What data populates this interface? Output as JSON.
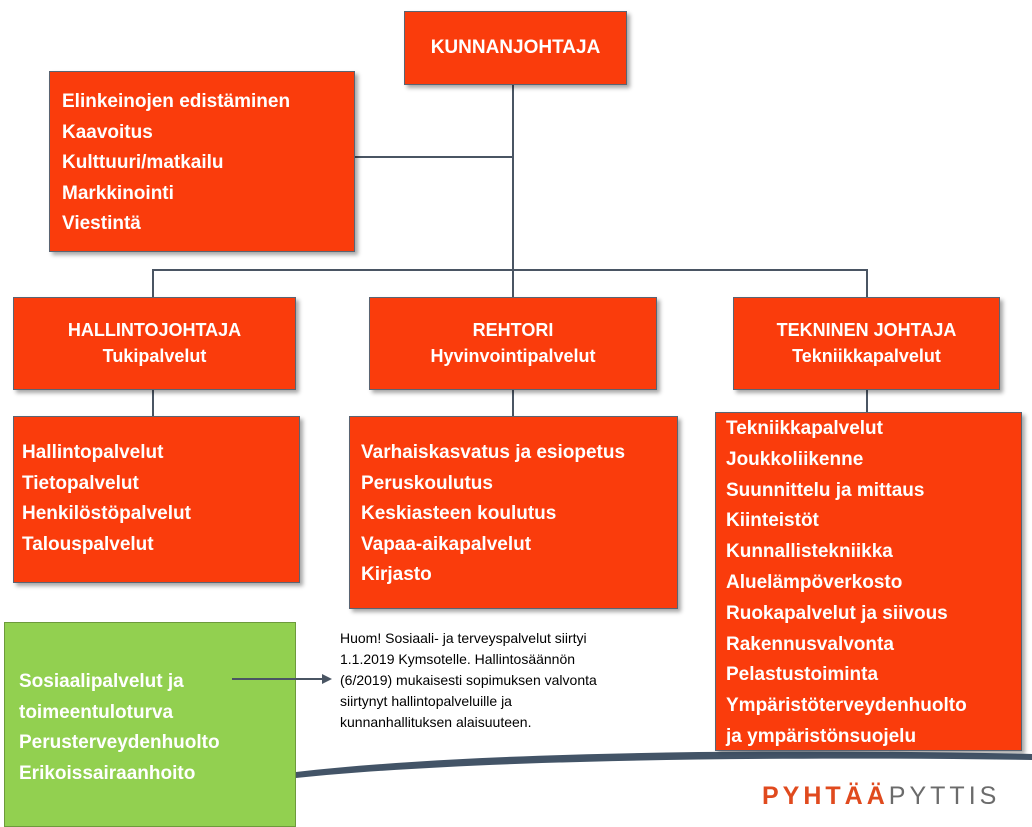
{
  "top": {
    "title": "KUNNANJOHTAJA"
  },
  "staff": {
    "items": [
      "Elinkeinojen edistäminen",
      "Kaavoitus",
      "Kulttuuri/matkailu",
      "Markkinointi",
      "Viestintä"
    ]
  },
  "divisions": [
    {
      "head": "HALLINTOJOHTAJA",
      "sub": "Tukipalvelut",
      "items": [
        "Hallintopalvelut",
        "Tietopalvelut",
        "Henkilöstöpalvelut",
        "Talouspalvelut"
      ]
    },
    {
      "head": "REHTORI",
      "sub": "Hyvinvointipalvelut",
      "items": [
        "Varhaiskasvatus ja esiopetus",
        "Peruskoulutus",
        "Keskiasteen koulutus",
        "Vapaa-aikapalvelut",
        "Kirjasto"
      ]
    },
    {
      "head": "TEKNINEN JOHTAJA",
      "sub": "Tekniikkapalvelut",
      "items": [
        "Tekniikkapalvelut",
        "Joukkoliikenne",
        "Suunnittelu ja mittaus",
        "Kiinteistöt",
        "Kunnallistekniikka",
        "Aluelämpöverkosto",
        "Ruokapalvelut ja siivous",
        "Rakennusvalvonta",
        "Pelastustoiminta",
        "Ympäristöterveydenhuolto",
        "ja ympäristönsuojelu"
      ]
    }
  ],
  "social": {
    "items": [
      "Sosiaalipalvelut ja",
      "toimeentuloturva",
      "Perusterveydenhuolto",
      "Erikoissairaanhoito"
    ]
  },
  "note": {
    "lines": [
      "Huom! Sosiaali- ja terveyspalvelut siirtyi",
      "1.1.2019 Kymsotelle. Hallintosäännön",
      "(6/2019) mukaisesti sopimuksen valvonta",
      "siirtynyt hallintopalveluille ja",
      "kunnanhallituksen alaisuuteen."
    ]
  },
  "logo": {
    "part1": "PYHTÄÄ",
    "part2": "PYTTIS"
  },
  "colors": {
    "box": "#fa3c0c",
    "green": "#92d050",
    "line": "#4a5563",
    "logo_accent": "#e04a1e",
    "logo_gray": "#6b6b6b"
  }
}
